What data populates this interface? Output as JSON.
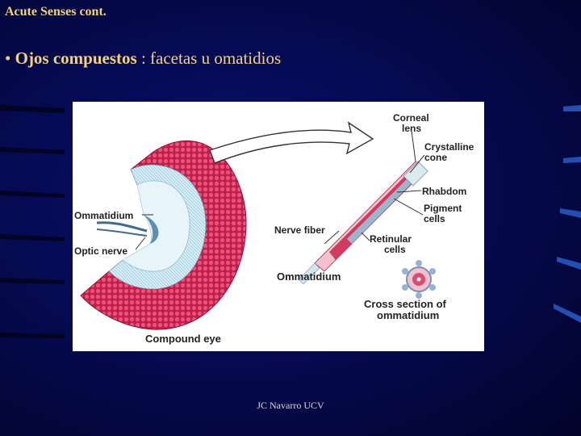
{
  "slide": {
    "title": "Acute Senses cont.",
    "bullet": {
      "marker": "•",
      "bold": "Ojos compuestos",
      "rest": " : facetas u omatidios"
    },
    "footer": "JC Navarro UCV"
  },
  "figure": {
    "labels": {
      "ommatidium_left": "Ommatidium",
      "optic_nerve": "Optic nerve",
      "compound_eye": "Compound eye",
      "corneal_lens_1": "Corneal",
      "corneal_lens_2": "lens",
      "crystalline_cone_1": "Crystalline",
      "crystalline_cone_2": "cone",
      "rhabdom": "Rhabdom",
      "pigment_cells_1": "Pigment",
      "pigment_cells_2": "cells",
      "nerve_fiber": "Nerve fiber",
      "retinular_cells_1": "Retinular",
      "retinular_cells_2": "cells",
      "ommatidium_right": "Ommatidium",
      "cross_section_1": "Cross section of",
      "cross_section_2": "ommatidium"
    }
  },
  "colors": {
    "background": "#060a52",
    "title_text": "#f2d27a",
    "eye_red": "#d8305a",
    "eye_light": "#cfe8f2"
  }
}
